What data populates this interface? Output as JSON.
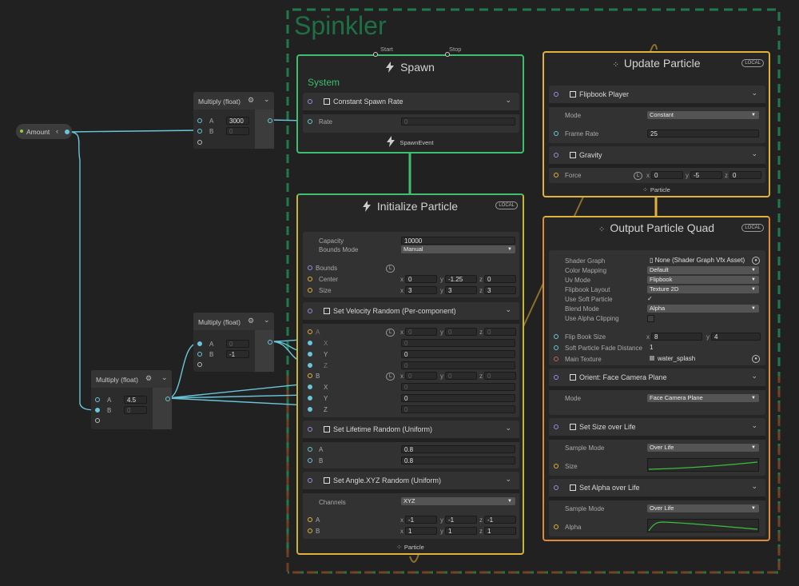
{
  "system": {
    "name": "Spinkler",
    "section": "System"
  },
  "flow": {
    "start": "Start",
    "stop": "Stop"
  },
  "spawn": {
    "title": "Spawn",
    "block_title": "Constant Spawn Rate",
    "rate_label": "Rate",
    "rate_value": "0",
    "event": "SpawnEvent"
  },
  "init": {
    "title": "Initialize Particle",
    "space": "LOCAL",
    "capacity_label": "Capacity",
    "capacity_value": "10000",
    "bounds_mode_label": "Bounds Mode",
    "bounds_mode_value": "Manual",
    "bounds_label": "Bounds",
    "center_label": "Center",
    "center": {
      "x": "0",
      "y": "-1.25",
      "z": "0"
    },
    "size_label": "Size",
    "size": {
      "x": "3",
      "y": "3",
      "z": "3"
    },
    "velocity": {
      "title": "Set Velocity Random (Per-component)",
      "a_label": "A",
      "a": {
        "x": "0",
        "y": "0",
        "z": "0"
      },
      "a_components": {
        "x": "0",
        "y": "0",
        "z": "0"
      },
      "b_label": "B",
      "b": {
        "x": "0",
        "y": "0",
        "z": "0"
      },
      "b_components": {
        "x": "0",
        "y": "0",
        "z": "0"
      },
      "x_label": "X",
      "y_label": "Y",
      "z_label": "Z"
    },
    "lifetime": {
      "title": "Set Lifetime Random (Uniform)",
      "a_label": "A",
      "a_value": "0.8",
      "b_label": "B",
      "b_value": "0.8"
    },
    "angle": {
      "title": "Set Angle.XYZ Random (Uniform)",
      "channels_label": "Channels",
      "channels_value": "XYZ",
      "a_label": "A",
      "a": {
        "x": "-1",
        "y": "-1",
        "z": "-1"
      },
      "b_label": "B",
      "b": {
        "x": "1",
        "y": "1",
        "z": "1"
      }
    },
    "output": "Particle"
  },
  "update": {
    "title": "Update Particle",
    "space": "LOCAL",
    "flipbook": {
      "title": "Flipbook Player",
      "mode_label": "Mode",
      "mode_value": "Constant",
      "frame_rate_label": "Frame Rate",
      "frame_rate_value": "25"
    },
    "gravity": {
      "title": "Gravity",
      "force_label": "Force",
      "force": {
        "x": "0",
        "y": "-5",
        "z": "0"
      }
    },
    "output": "Particle"
  },
  "output": {
    "title": "Output Particle Quad",
    "space": "LOCAL",
    "shader_graph_label": "Shader Graph",
    "shader_graph_value": "None (Shader Graph Vfx Asset)",
    "color_mapping_label": "Color Mapping",
    "color_mapping_value": "Default",
    "uv_mode_label": "Uv Mode",
    "uv_mode_value": "Flipbook",
    "flipbook_layout_label": "Flipbook Layout",
    "flipbook_layout_value": "Texture 2D",
    "soft_particle_label": "Use Soft Particle",
    "blend_mode_label": "Blend Mode",
    "blend_mode_value": "Alpha",
    "alpha_clipping_label": "Use Alpha Clipping",
    "flipbook_size_label": "Flip Book Size",
    "flipbook_size": {
      "x": "8",
      "y": "4"
    },
    "fade_label": "Soft Particle Fade Distance",
    "fade_value": "1",
    "main_texture_label": "Main Texture",
    "main_texture_value": "water_splash",
    "orient": {
      "title": "Orient: Face Camera Plane",
      "mode_label": "Mode",
      "mode_value": "Face Camera Plane"
    },
    "size_life": {
      "title": "Set Size over Life",
      "sample_label": "Sample Mode",
      "sample_value": "Over Life",
      "size_label": "Size"
    },
    "alpha_life": {
      "title": "Set Alpha over Life",
      "sample_label": "Sample Mode",
      "sample_value": "Over Life",
      "alpha_label": "Alpha"
    }
  },
  "param": {
    "name": "Amount"
  },
  "ops": [
    {
      "title": "Multiply (float)",
      "a_label": "A",
      "a_value": "3000",
      "b_label": "B",
      "b_value": "0"
    },
    {
      "title": "Multiply (float)",
      "a_label": "A",
      "a_value": "0",
      "b_label": "B",
      "b_value": "-1"
    },
    {
      "title": "Multiply (float)",
      "a_label": "A",
      "a_value": "4.5",
      "b_label": "B",
      "b_value": "0"
    }
  ],
  "axis": {
    "x": "x",
    "y": "y",
    "z": "z"
  },
  "icons": {
    "spawn": "lightning-icon",
    "particle": "particle-dots-icon",
    "settings": "gear-icon",
    "local": "local-space-badge"
  },
  "colors": {
    "spawn_green": "#3dbf6e",
    "particle_yellow": "#e0b23a",
    "output_orange": "#e08a3a",
    "float_cyan": "#69c6d9",
    "system_green": "#1f7a4b"
  }
}
